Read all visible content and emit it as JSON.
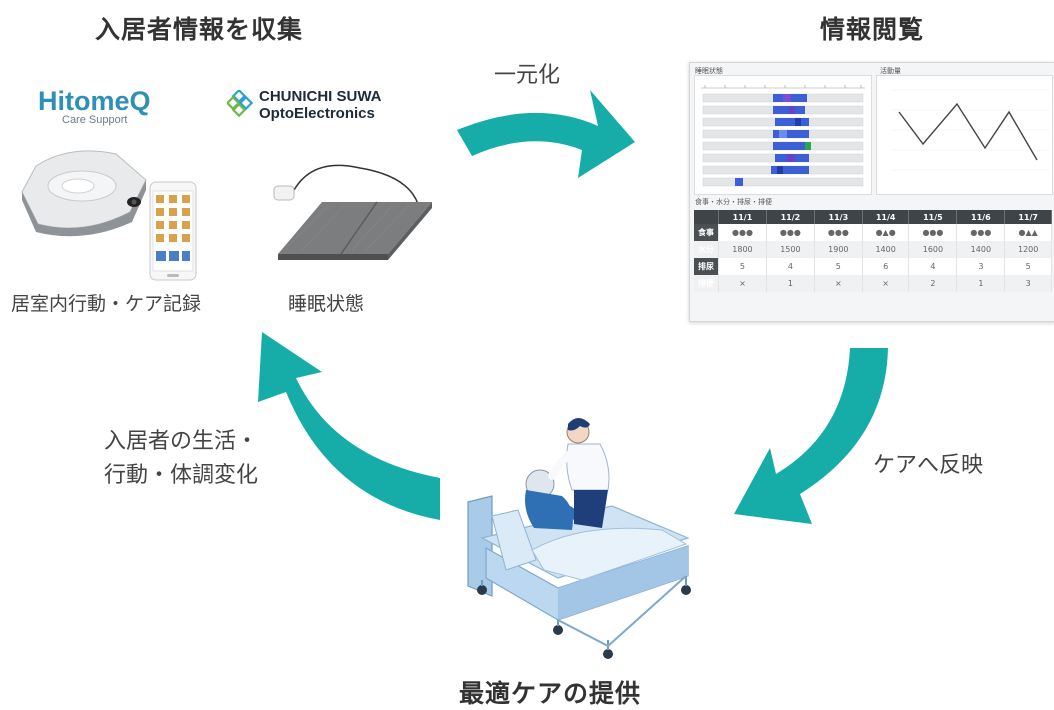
{
  "headings": {
    "collect": "入居者情報を収集",
    "browse": "情報閲覧",
    "optimal_care": "最適ケアの提供"
  },
  "arrows": {
    "unify": "一元化",
    "reflect": "ケアへ反映",
    "changes_line1": "入居者の生活・",
    "changes_line2": "行動・体調変化"
  },
  "logos": {
    "hitomeq_main": "HitomeQ",
    "hitomeq_sub": "Care Support",
    "chunichi_line1": "CHUNICHI SUWA",
    "chunichi_line2": "OptoElectronics"
  },
  "devices": {
    "room_activity": "居室内行動・ケア記録",
    "sleep_state": "睡眠状態"
  },
  "dashboard": {
    "sleep_title": "睡眠状態",
    "activity_title": "活動量",
    "table_title": "食事・水分・排尿・排便",
    "dates": [
      "11/1",
      "11/2",
      "11/3",
      "11/4",
      "11/5",
      "11/6",
      "11/7"
    ],
    "rows": [
      {
        "label": "食事",
        "values": [
          "●●●",
          "●●●",
          "●●●",
          "●▲●",
          "●●●",
          "●●●",
          "●▲▲"
        ]
      },
      {
        "label": "水分",
        "values": [
          "1800",
          "1500",
          "1900",
          "1400",
          "1600",
          "1400",
          "1200"
        ]
      },
      {
        "label": "排尿",
        "values": [
          "5",
          "4",
          "5",
          "6",
          "4",
          "3",
          "5"
        ]
      },
      {
        "label": "排便",
        "values": [
          "×",
          "1",
          "×",
          "×",
          "2",
          "1",
          "3"
        ]
      }
    ]
  },
  "colors": {
    "arrow_teal": "#16aca8",
    "dashboard_header": "#3f4448",
    "sleep_blue": "#3d5fd6",
    "hitomeq_blue": "#2f8fb7"
  }
}
